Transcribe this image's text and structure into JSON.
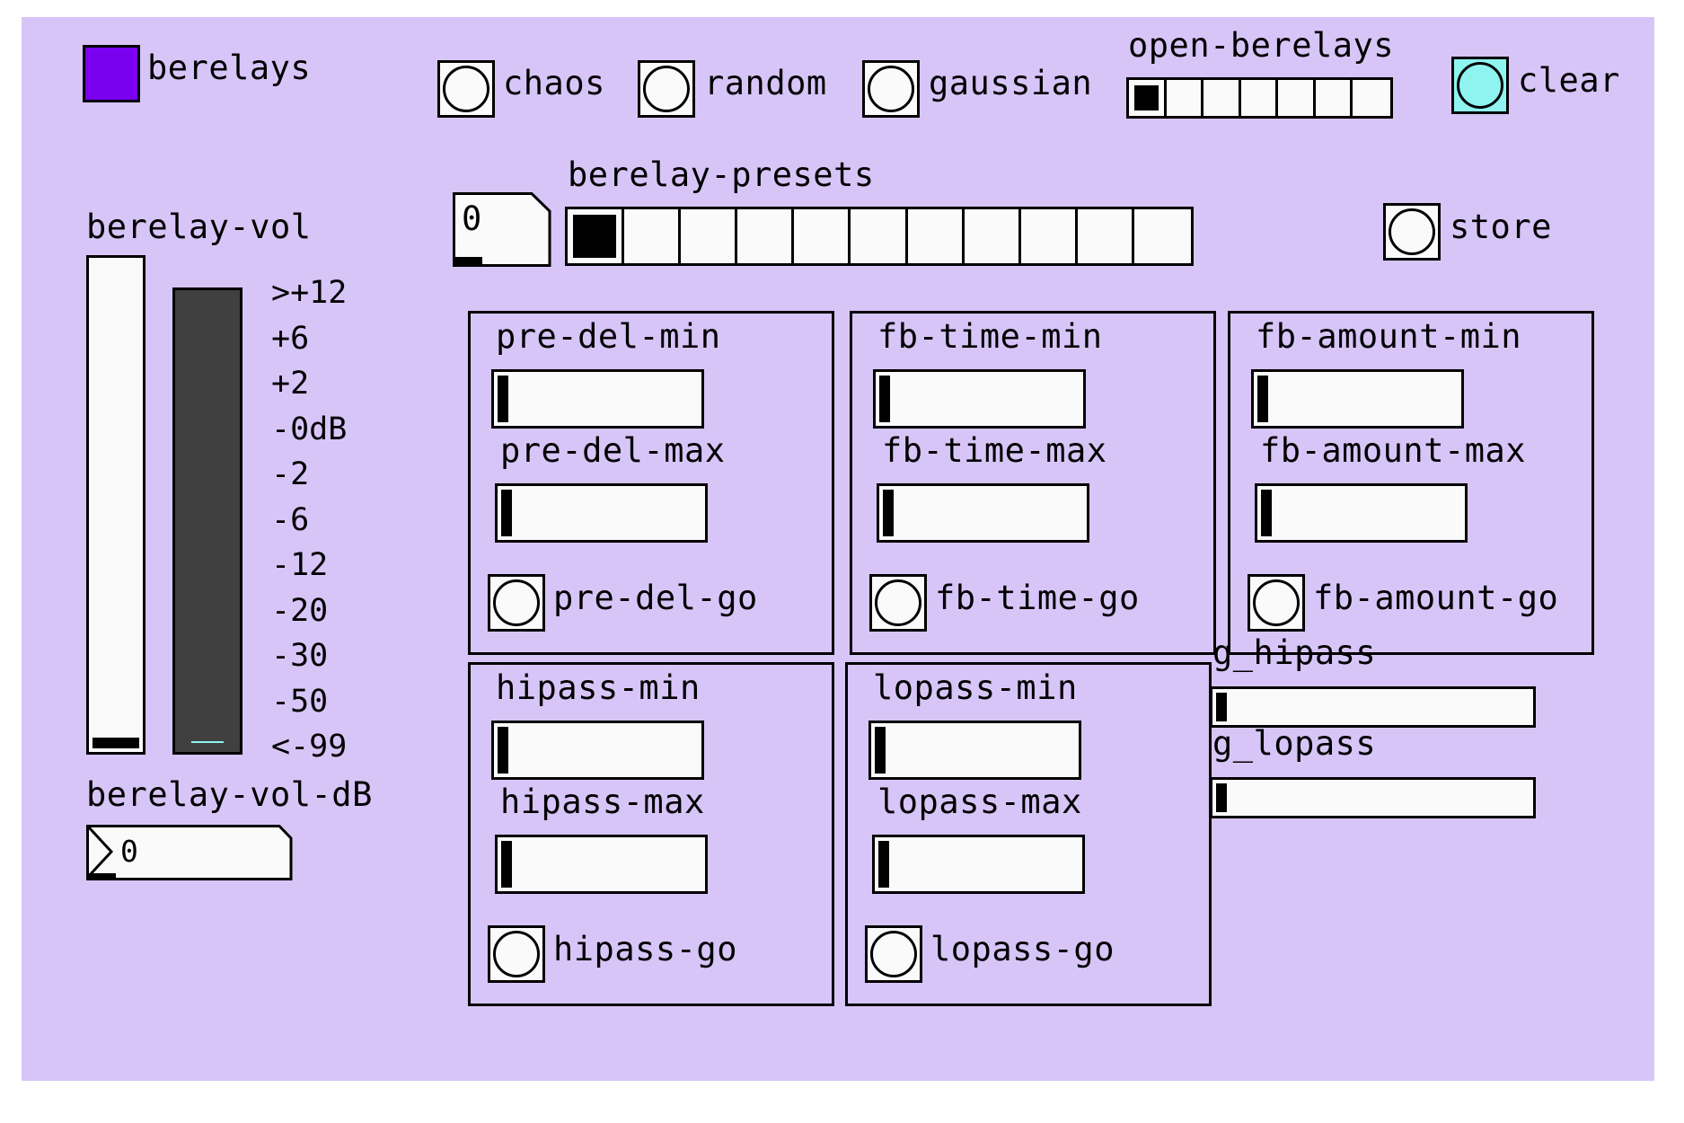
{
  "colors": {
    "canvas_bg": "#d8c5f8",
    "berelays_toggle": "#7a00f0",
    "clear_bang": "#8ff4f0",
    "meter_bg": "#404040",
    "white": "#fafafa"
  },
  "header": {
    "berelays_label": "berelays",
    "chaos_label": "chaos",
    "random_label": "random",
    "gaussian_label": "gaussian",
    "open_label": "open-berelays",
    "open_cells": 7,
    "open_selected": 0,
    "clear_label": "clear"
  },
  "presets": {
    "label": "berelay-presets",
    "number_value": "0",
    "cells": 11,
    "selected": 0,
    "store_label": "store"
  },
  "volume": {
    "label": "berelay-vol",
    "slider_value": 0,
    "dB_label": "berelay-vol-dB",
    "dB_value": "0",
    "meter_scale": [
      ">+12",
      "+6",
      "+2",
      "-0dB",
      "-2",
      "-6",
      "-12",
      "-20",
      "-30",
      "-50",
      "<-99"
    ]
  },
  "groups": {
    "pre_del": {
      "min_label": "pre-del-min",
      "max_label": "pre-del-max",
      "go_label": "pre-del-go",
      "min_value": 0,
      "max_value": 0
    },
    "fb_time": {
      "min_label": "fb-time-min",
      "max_label": "fb-time-max",
      "go_label": "fb-time-go",
      "min_value": 0,
      "max_value": 0
    },
    "fb_amount": {
      "min_label": "fb-amount-min",
      "max_label": "fb-amount-max",
      "go_label": "fb-amount-go",
      "min_value": 0,
      "max_value": 0
    },
    "hipass": {
      "min_label": "hipass-min",
      "max_label": "hipass-max",
      "go_label": "hipass-go",
      "min_value": 0,
      "max_value": 0
    },
    "lopass": {
      "min_label": "lopass-min",
      "max_label": "lopass-max",
      "go_label": "lopass-go",
      "min_value": 0,
      "max_value": 0
    }
  },
  "global": {
    "hipass_label": "g_hipass",
    "lopass_label": "g_lopass",
    "hipass_value": 0,
    "lopass_value": 0
  }
}
